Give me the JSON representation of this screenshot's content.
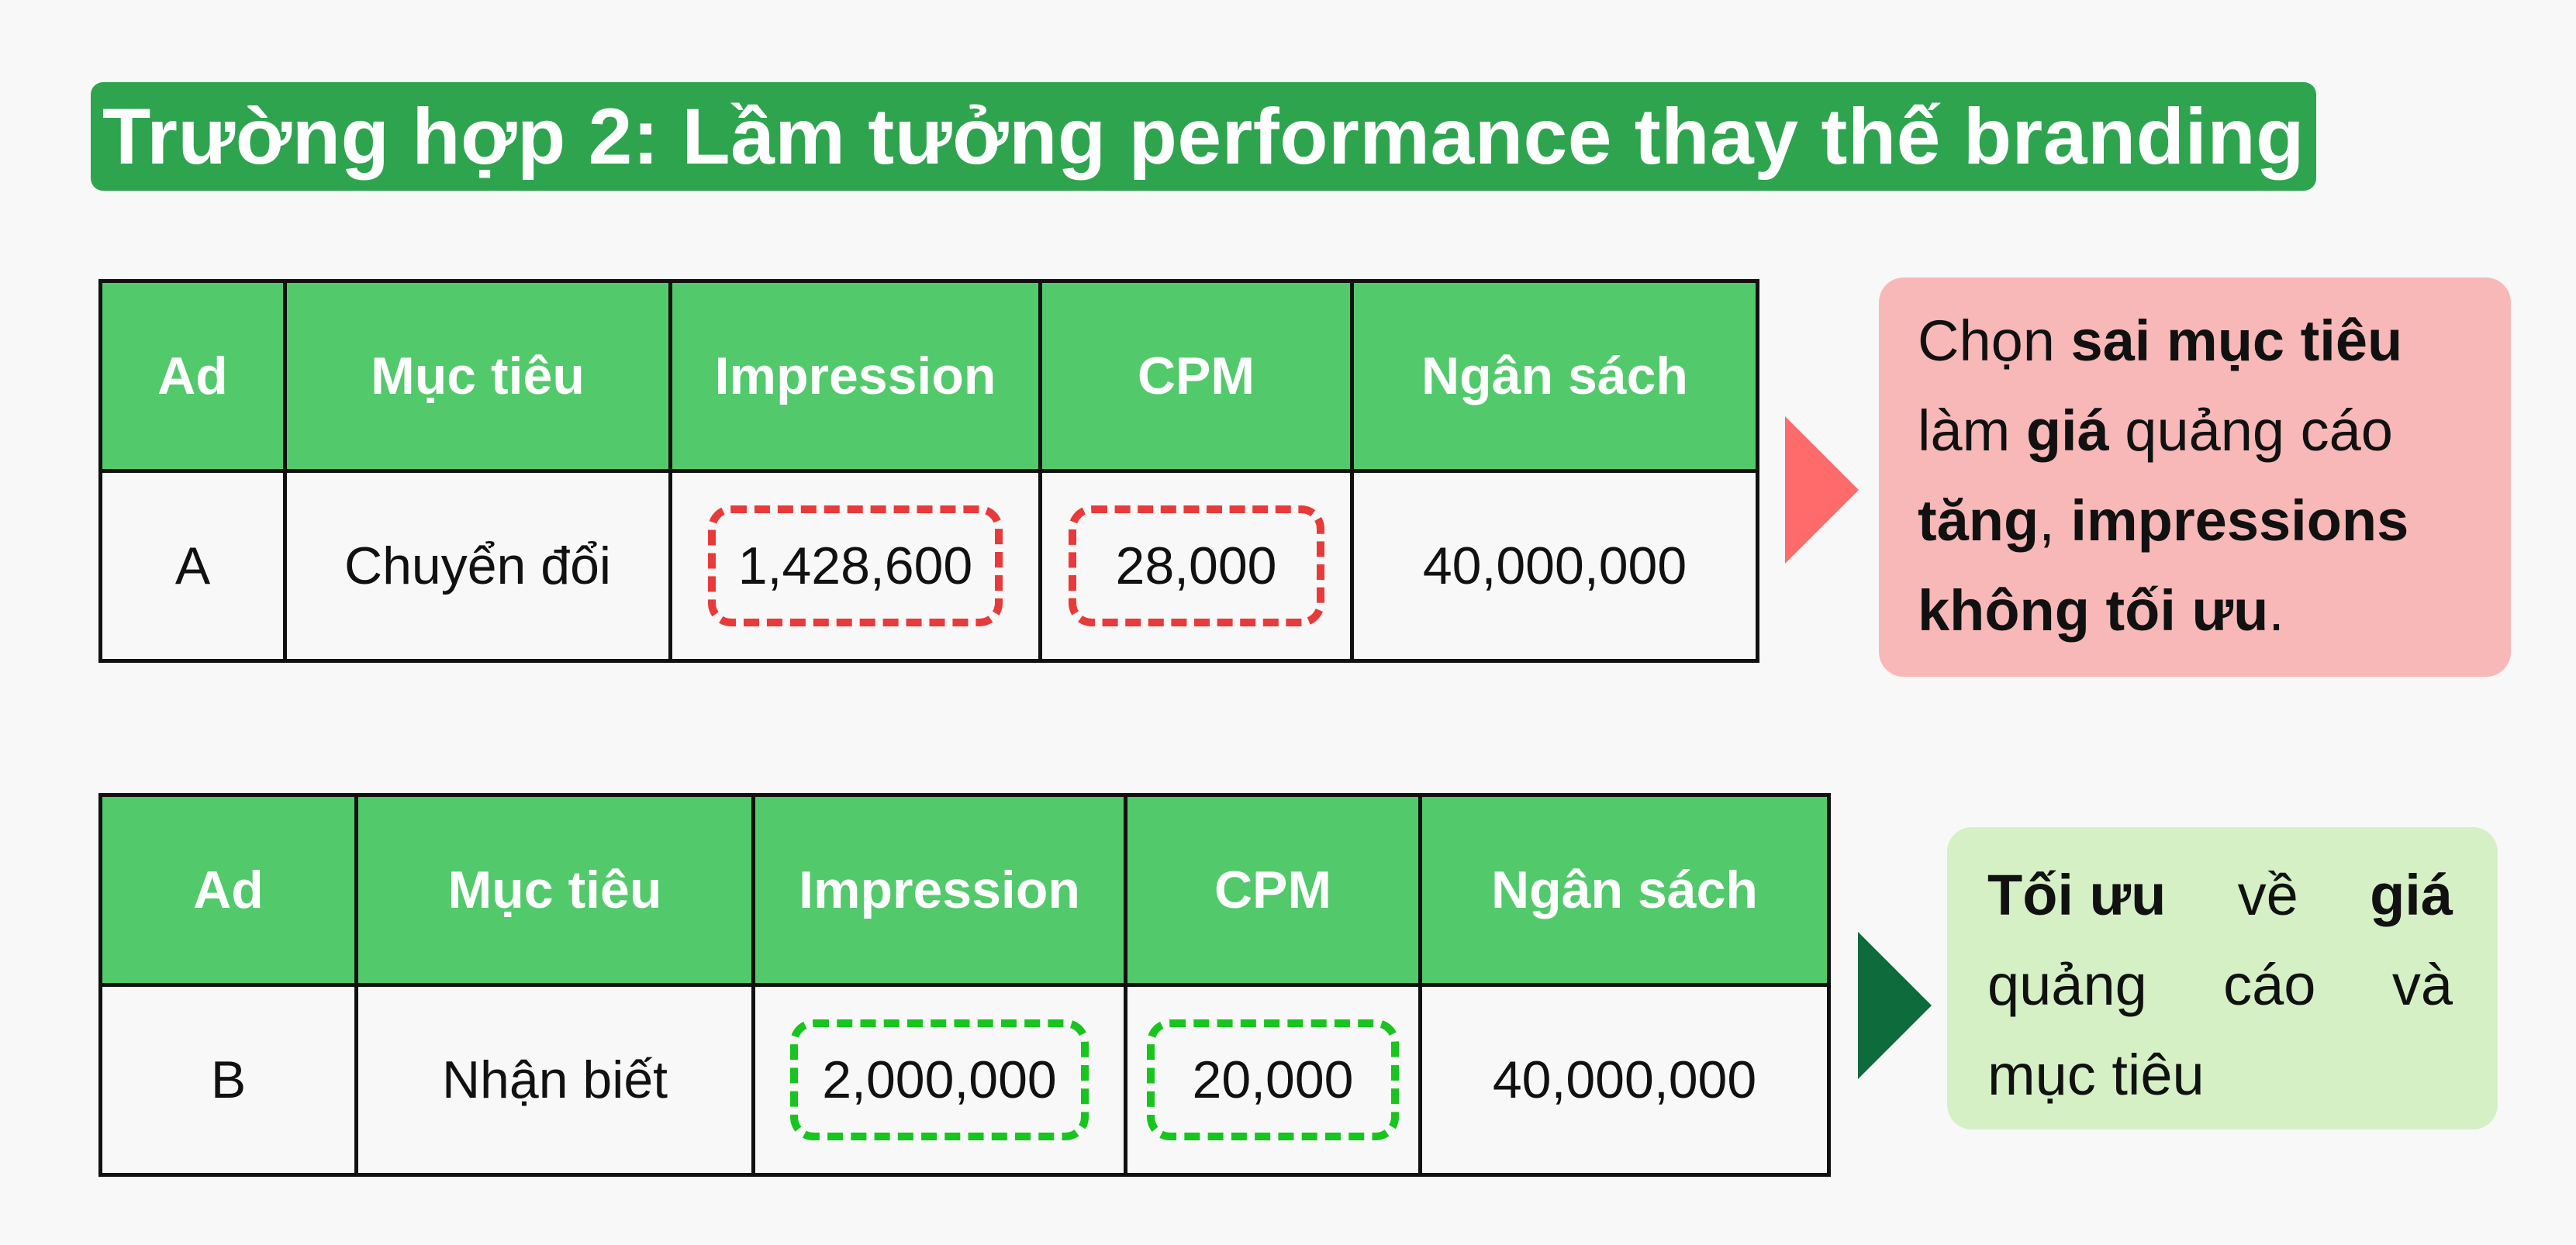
{
  "title": "Trường hợp 2: Lầm tưởng performance thay thế branding",
  "table_headers": [
    "Ad",
    "Mục tiêu",
    "Impression",
    "CPM",
    "Ngân sách"
  ],
  "table1": {
    "row": {
      "ad": "A",
      "objective": "Chuyển đổi",
      "impression": "1,428,600",
      "cpm": "28,000",
      "budget": "40,000,000"
    }
  },
  "table2": {
    "row": {
      "ad": "B",
      "objective": "Nhận biết",
      "impression": "2,000,000",
      "cpm": "20,000",
      "budget": "40,000,000"
    }
  },
  "note1": {
    "w1": "Chọn",
    "w2": "sai mục tiêu",
    "w3": "làm",
    "w4": "giá",
    "w5": "quảng cáo",
    "w6": "tăng",
    "w7": ",",
    "w8": "impressions",
    "w9": "không tối ưu",
    "w10": "."
  },
  "note2": {
    "w1": "Tối ưu",
    "w2": "về",
    "w3": "giá",
    "w4": "quảng",
    "w5": "cáo",
    "w6": "và",
    "w7": "mục tiêu"
  },
  "colors": {
    "title_bg": "#2ea44f",
    "header_bg": "#52c96b",
    "red_dash": "#e83a3a",
    "green_dash": "#18c41e",
    "note_red_bg": "#f8b8b8",
    "note_green_bg": "#d6f0c6",
    "arrow_red": "#ff6a6a",
    "arrow_green": "#0e6b3c"
  }
}
